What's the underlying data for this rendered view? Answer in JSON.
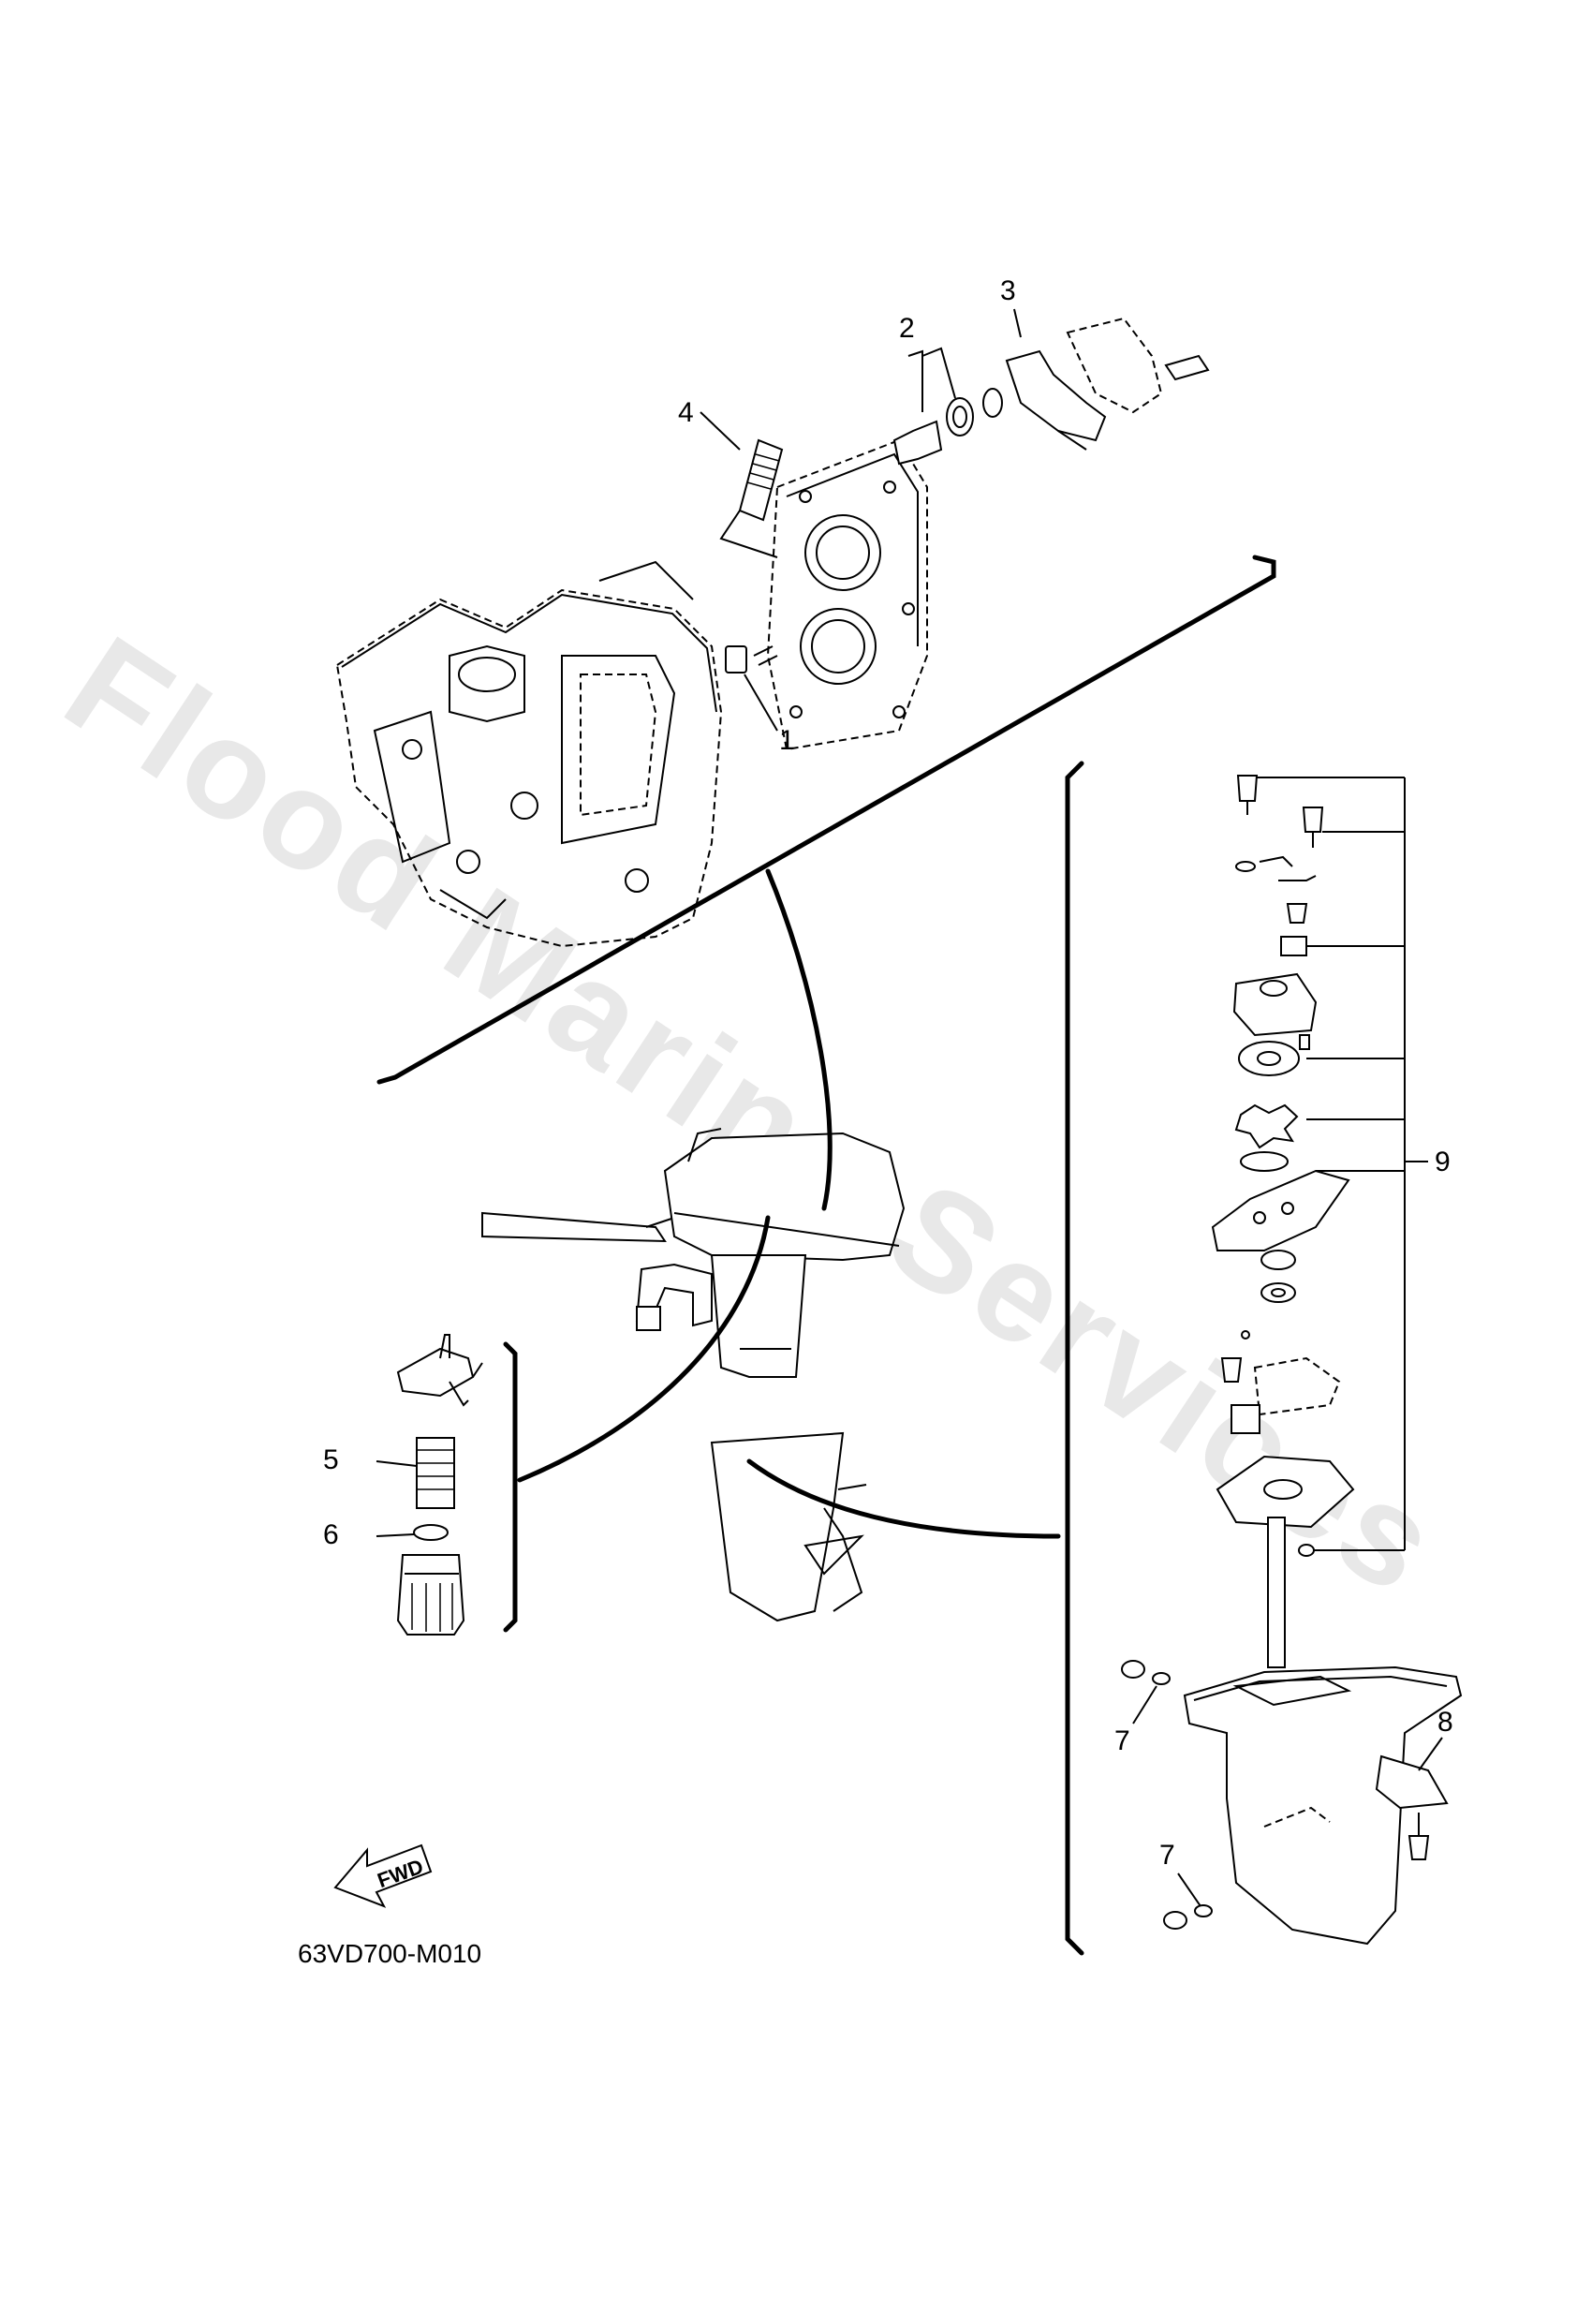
{
  "diagram": {
    "reference_code": "63VD700-M010",
    "direction_arrow": {
      "label": "FWD",
      "icon": "forward-arrow-icon"
    },
    "callouts": [
      "1",
      "2",
      "3",
      "4",
      "5",
      "6",
      "7",
      "7",
      "8",
      "9"
    ],
    "watermark": "Flood Marine Services"
  },
  "colors": {
    "line": "#000000",
    "background": "#ffffff",
    "watermark": "#e6e6e6"
  }
}
